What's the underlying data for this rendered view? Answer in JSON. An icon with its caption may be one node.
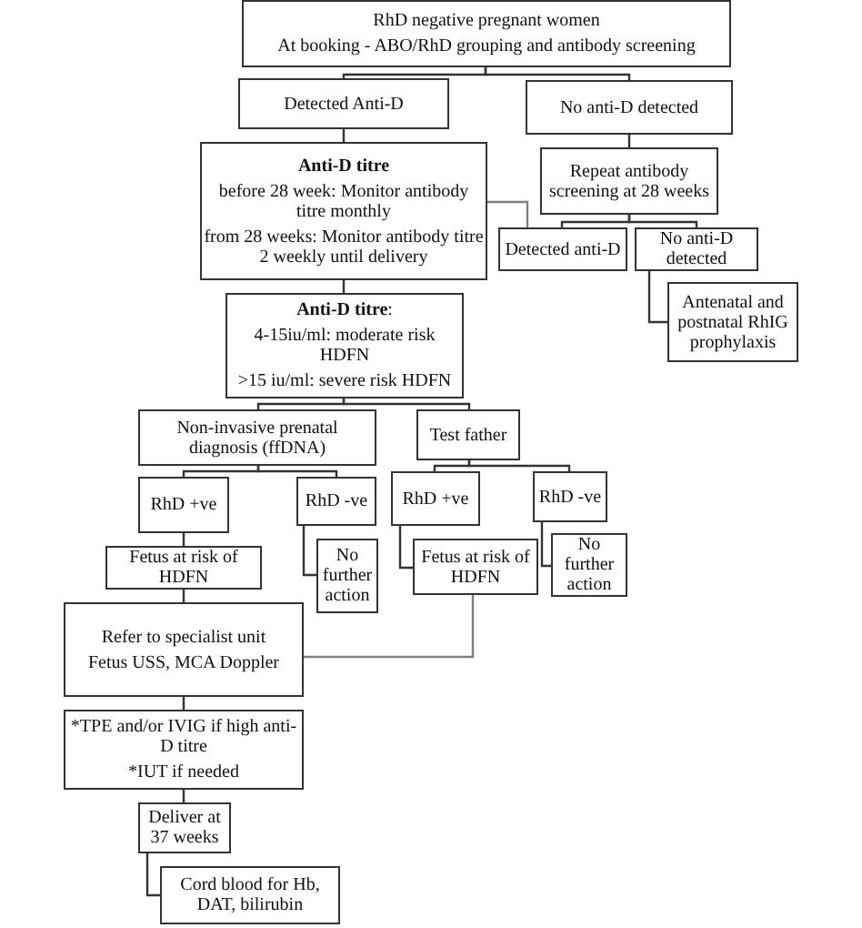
{
  "diagram": {
    "nodes": [
      {
        "text": [
          "RhD negative pregnant women",
          "At booking - ABO/RhD grouping and antibody screening"
        ]
      },
      {
        "text": [
          "Detected Anti-D"
        ]
      },
      {
        "text": [
          "No anti-D detected"
        ]
      },
      {
        "text": [
          "Anti-D titre",
          "before 28 week: Monitor antibody titre monthly",
          "from 28 weeks: Monitor antibody titre 2 weekly until delivery"
        ]
      },
      {
        "text": [
          "Repeat antibody screening at 28 weeks"
        ]
      },
      {
        "text": [
          "Detected anti-D"
        ]
      },
      {
        "text": [
          "No anti-D detected"
        ]
      },
      {
        "text": [
          "Antenatal and postnatal RhIG prophylaxis"
        ]
      },
      {
        "text": [
          "**Anti-D titre**:",
          "4-15iu/ml: moderate risk HDFN",
          ">15 iu/ml: severe risk HDFN"
        ]
      },
      {
        "text": [
          "Non-invasive prenatal diagnosis (ffDNA)"
        ]
      },
      {
        "text": [
          "Test father"
        ]
      },
      {
        "text": [
          "RhD +ve"
        ]
      },
      {
        "text": [
          "RhD -ve"
        ]
      },
      {
        "text": [
          "RhD +ve"
        ]
      },
      {
        "text": [
          "RhD -ve"
        ]
      },
      {
        "text": [
          "Fetus at risk of HDFN"
        ]
      },
      {
        "text": [
          "No further action"
        ]
      },
      {
        "text": [
          "Fetus at risk of HDFN"
        ]
      },
      {
        "text": [
          "No further action"
        ]
      },
      {
        "text": [
          "Refer to specialist unit",
          "Fetus USS, MCA Doppler"
        ]
      },
      {
        "text": [
          "*TPE and/or IVIG if high anti-D titre",
          "*IUT if needed"
        ]
      },
      {
        "text": [
          "Deliver at 37 weeks"
        ]
      },
      {
        "text": [
          "Cord blood for Hb, DAT, bilirubin"
        ]
      }
    ],
    "edges": [
      {
        "from": 0,
        "to": 1,
        "arrow": "none"
      },
      {
        "from": 0,
        "to": 2,
        "arrow": "none"
      },
      {
        "from": 1,
        "to": 3,
        "arrow": "none"
      },
      {
        "from": 2,
        "to": 4,
        "arrow": "none"
      },
      {
        "from": 3,
        "to": 5,
        "arrow": "none",
        "color": "#808080"
      },
      {
        "from": 4,
        "to": 5,
        "arrow": "none"
      },
      {
        "from": 4,
        "to": 6,
        "arrow": "none"
      },
      {
        "from": 6,
        "to": 7,
        "arrow": "none"
      },
      {
        "from": 3,
        "to": 8,
        "arrow": "none"
      },
      {
        "from": 8,
        "to": 9,
        "arrow": "none"
      },
      {
        "from": 8,
        "to": 10,
        "arrow": "none"
      },
      {
        "from": 9,
        "to": 11,
        "arrow": "none"
      },
      {
        "from": 9,
        "to": 12,
        "arrow": "none"
      },
      {
        "from": 10,
        "to": 13,
        "arrow": "none"
      },
      {
        "from": 10,
        "to": 14,
        "arrow": "none"
      },
      {
        "from": 11,
        "to": 15,
        "arrow": "none"
      },
      {
        "from": 12,
        "to": 16,
        "arrow": "none"
      },
      {
        "from": 13,
        "to": 17,
        "arrow": "none"
      },
      {
        "from": 14,
        "to": 18,
        "arrow": "none"
      },
      {
        "from": 15,
        "to": 19,
        "arrow": "none"
      },
      {
        "from": 17,
        "to": 19,
        "arrow": "none",
        "color": "#808080"
      },
      {
        "from": 19,
        "to": 20,
        "arrow": "none"
      },
      {
        "from": 20,
        "to": 21,
        "arrow": "none"
      },
      {
        "from": 21,
        "to": 22,
        "arrow": "none"
      }
    ]
  }
}
